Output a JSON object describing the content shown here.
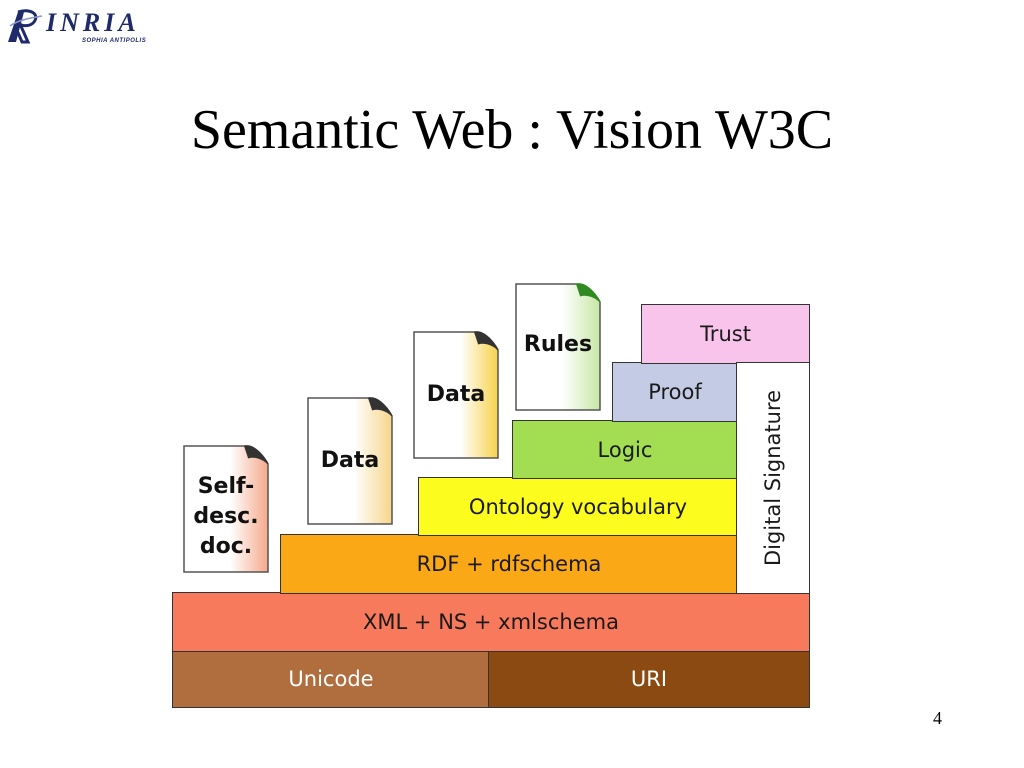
{
  "logo": {
    "text": "INRIA",
    "subtitle": "SOPHIA ANTIPOLIS"
  },
  "slide": {
    "title": "Semantic Web : Vision W3C",
    "page_number": "4"
  },
  "diagram": {
    "layers": {
      "unicode": "Unicode",
      "uri": "URI",
      "xml": "XML + NS + xmlschema",
      "rdf": "RDF + rdfschema",
      "ontology": "Ontology vocabulary",
      "logic": "Logic",
      "proof": "Proof",
      "trust": "Trust",
      "digital_signature": "Digital Signature"
    },
    "documents": {
      "self_desc": [
        "Self-",
        "desc.",
        "doc."
      ],
      "data_1": "Data",
      "data_2": "Data",
      "rules": "Rules"
    },
    "colors": {
      "unicode": "#b06e3e",
      "uri": "#8a4a12",
      "xml": "#f87a5c",
      "rdf": "#fba817",
      "ontology": "#fcfc1e",
      "logic": "#a2dd52",
      "proof": "#c4cce5",
      "trust": "#f8c4ec",
      "digital_signature": "#ffffff"
    }
  }
}
